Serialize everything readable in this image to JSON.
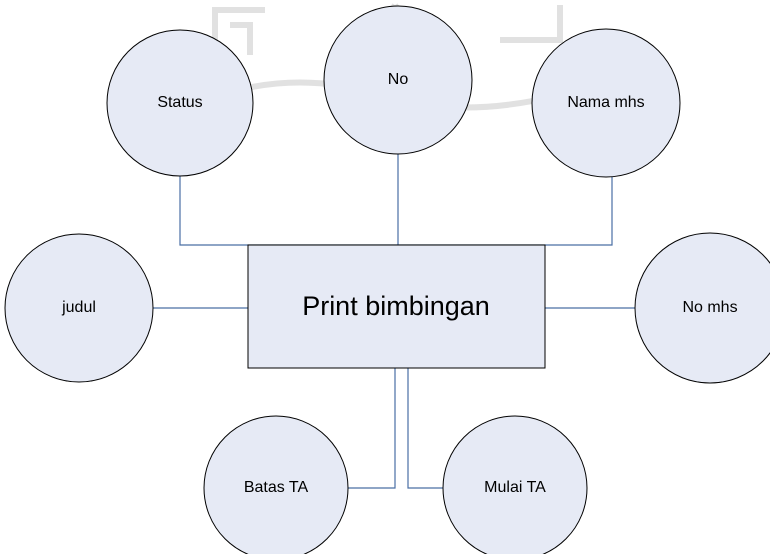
{
  "entity": {
    "label": "Print bimbingan"
  },
  "attributes": [
    {
      "key": "status",
      "label": "Status"
    },
    {
      "key": "no",
      "label": "No"
    },
    {
      "key": "nama_mhs",
      "label": "Nama mhs"
    },
    {
      "key": "judul",
      "label": "judul"
    },
    {
      "key": "no_mhs",
      "label": "No mhs"
    },
    {
      "key": "batas_ta",
      "label": "Batas TA"
    },
    {
      "key": "mulai_ta",
      "label": "Mulai TA"
    }
  ],
  "colors": {
    "shape_fill": "#e6eaf5",
    "outline": "#000000",
    "connector": "#4a6fa5"
  }
}
